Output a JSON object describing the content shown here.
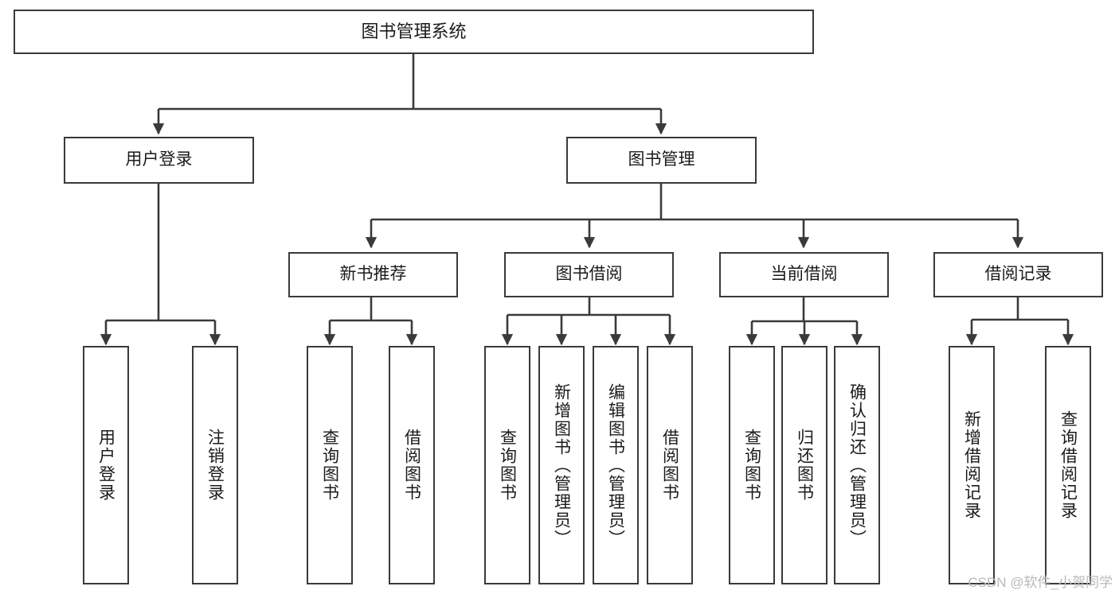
{
  "diagram": {
    "type": "tree-hierarchy",
    "title": "图书管理系统",
    "root": {
      "label": "图书管理系统"
    },
    "level2": [
      {
        "id": "user-login",
        "label": "用户登录"
      },
      {
        "id": "book-management",
        "label": "图书管理"
      }
    ],
    "level3": [
      {
        "id": "new-book-recommend",
        "label": "新书推荐",
        "parent": "book-management"
      },
      {
        "id": "book-borrow",
        "label": "图书借阅",
        "parent": "book-management"
      },
      {
        "id": "current-borrow",
        "label": "当前借阅",
        "parent": "book-management"
      },
      {
        "id": "borrow-record",
        "label": "借阅记录",
        "parent": "book-management"
      }
    ],
    "leaves": {
      "user-login": [
        {
          "id": "leaf-user-login",
          "label": "用户登录"
        },
        {
          "id": "leaf-logout-login",
          "label": "注销登录"
        }
      ],
      "new-book-recommend": [
        {
          "id": "leaf-query-book-1",
          "label": "查询图书"
        },
        {
          "id": "leaf-borrow-book-1",
          "label": "借阅图书"
        }
      ],
      "book-borrow": [
        {
          "id": "leaf-query-book-2",
          "label": "查询图书"
        },
        {
          "id": "leaf-add-book",
          "label": "新增图书（管理员）"
        },
        {
          "id": "leaf-edit-book",
          "label": "编辑图书（管理员）"
        },
        {
          "id": "leaf-borrow-book-2",
          "label": "借阅图书"
        }
      ],
      "current-borrow": [
        {
          "id": "leaf-query-book-3",
          "label": "查询图书"
        },
        {
          "id": "leaf-return-book",
          "label": "归还图书"
        },
        {
          "id": "leaf-confirm-return",
          "label": "确认归还（管理员）"
        }
      ],
      "borrow-record": [
        {
          "id": "leaf-add-record",
          "label": "新增借阅记录"
        },
        {
          "id": "leaf-query-record",
          "label": "查询借阅记录"
        }
      ]
    },
    "watermark": "CSDN @软件_小贺同学",
    "colors": {
      "stroke": "#3a3a3a",
      "fill": "#ffffff",
      "text": "#1b1b1b",
      "watermark": "#b9b9b9"
    }
  }
}
